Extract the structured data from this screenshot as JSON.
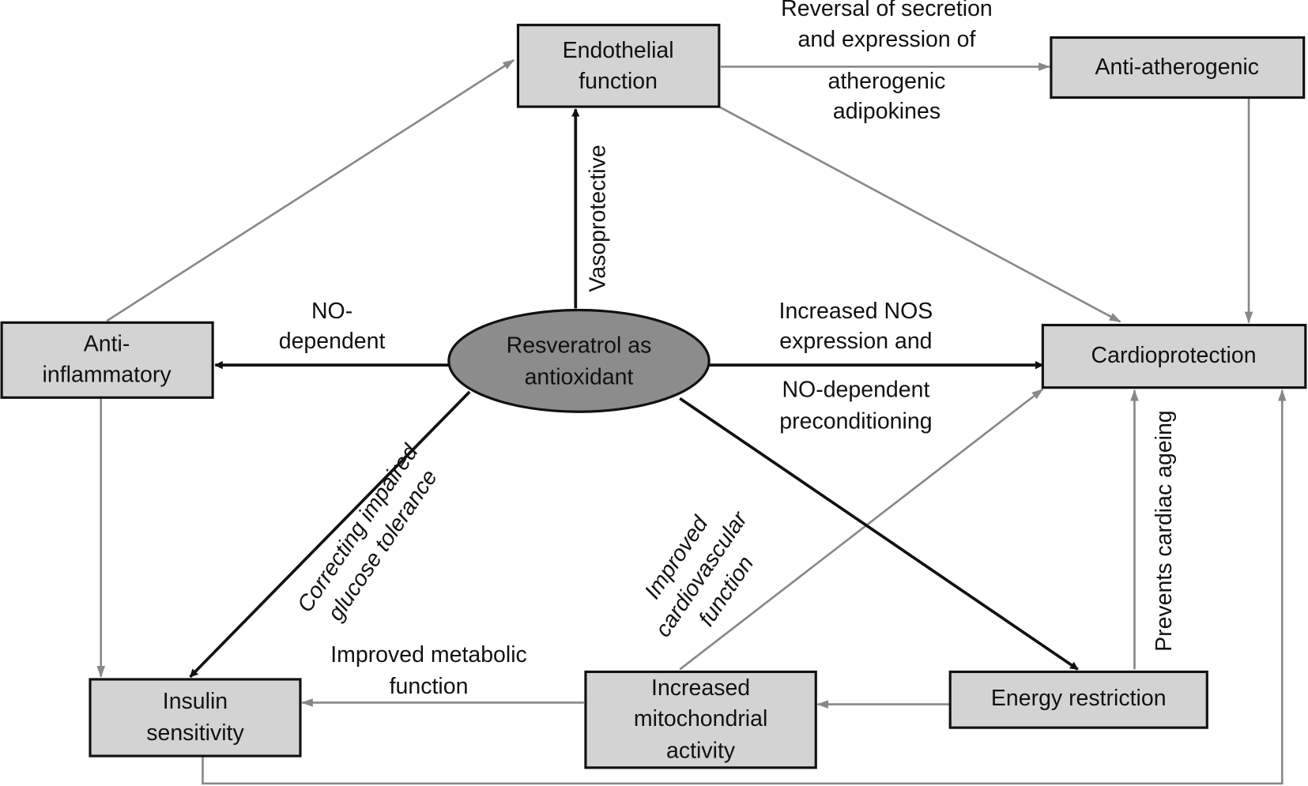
{
  "nodes": {
    "center": [
      "Resveratrol as",
      "antioxidant"
    ],
    "endothelial": [
      "Endothelial",
      "function"
    ],
    "anti_atherogenic": "Anti-atherogenic",
    "cardioprotection": "Cardioprotection",
    "anti_inflammatory": [
      "Anti-",
      "inflammatory"
    ],
    "insulin": [
      "Insulin",
      "sensitivity"
    ],
    "mitochondrial": [
      "Increased",
      "mitochondrial",
      "activity"
    ],
    "energy": "Energy restriction"
  },
  "edges": {
    "reversal": [
      "Reversal of secretion",
      "and expression of",
      "atherogenic",
      "adipokines"
    ],
    "vasoprotective": "Vasoprotective",
    "no_dependent": [
      "NO-",
      "dependent"
    ],
    "nos": [
      "Increased NOS",
      "expression and",
      "NO-dependent",
      "preconditioning"
    ],
    "glucose": [
      "Correcting impaired",
      "glucose tolerance"
    ],
    "cardiovascular": [
      "Improved",
      "cardiovascular",
      "function"
    ],
    "cardiac_ageing": "Prevents cardiac ageing",
    "metabolic": [
      "Improved metabolic",
      "function"
    ]
  },
  "colors": {
    "box": "#d3d3d3",
    "ellipse": "#8c8c8c",
    "primary_arrow": "#111111",
    "secondary_arrow": "#888888"
  }
}
